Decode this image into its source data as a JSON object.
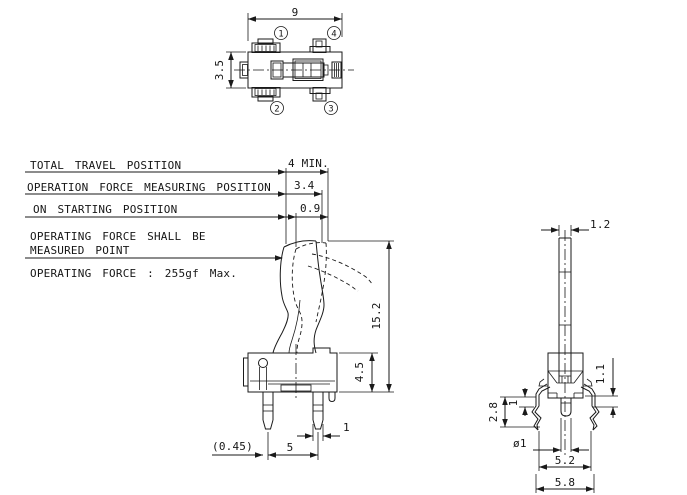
{
  "drawing": {
    "colors": {
      "line": "#1a1a1a",
      "background": "#ffffff"
    },
    "top_view": {
      "dims": {
        "width": "9",
        "height": "3.5"
      },
      "terminals": {
        "t1": "1",
        "t2": "2",
        "t3": "3",
        "t4": "4"
      }
    },
    "side_view": {
      "annotations": {
        "total_travel": "TOTAL TRAVEL POSITION",
        "force_measuring": "OPERATION FORCE MEASURING POSITION",
        "on_starting": "ON STARTING POSITION",
        "measured_point_1": "OPERATING FORCE SHALL BE",
        "measured_point_2": "MEASURED POINT",
        "operating_force": "OPERATING FORCE : 255gf Max."
      },
      "dims": {
        "total_travel": "4 MIN.",
        "force_measuring": "3.4",
        "on_starting": "0.9",
        "overall_height": "15.2",
        "body_height": "4.5",
        "pin_thickness": "(0.45)",
        "pin_pitch": "5",
        "pin_width": "1"
      }
    },
    "front_view": {
      "dims": {
        "lever_width": "1.2",
        "shoulder_height": "1.1",
        "leg_offset": "1",
        "leg_height": "2.8",
        "pin_diameter": "ø1",
        "inner_width": "5.2",
        "outer_width": "5.8"
      }
    }
  }
}
